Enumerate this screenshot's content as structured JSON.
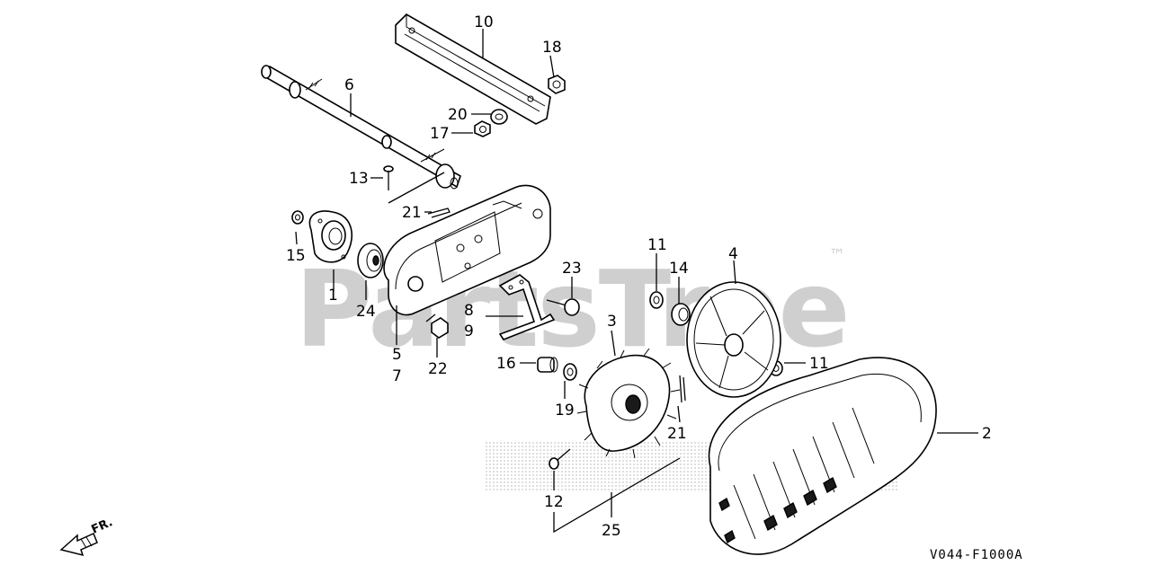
{
  "watermark": {
    "text": "PartsTree",
    "trademark": "™"
  },
  "diagram_code": "V044-F1000A",
  "direction_label": "FR.",
  "callouts": [
    {
      "id": "c1",
      "text": "1"
    },
    {
      "id": "c2",
      "text": "2"
    },
    {
      "id": "c3",
      "text": "3"
    },
    {
      "id": "c4",
      "text": "4"
    },
    {
      "id": "c5",
      "text": "5"
    },
    {
      "id": "c6",
      "text": "6"
    },
    {
      "id": "c7",
      "text": "7"
    },
    {
      "id": "c8",
      "text": "8"
    },
    {
      "id": "c9",
      "text": "9"
    },
    {
      "id": "c10",
      "text": "10"
    },
    {
      "id": "c11a",
      "text": "11"
    },
    {
      "id": "c11b",
      "text": "11"
    },
    {
      "id": "c12",
      "text": "12"
    },
    {
      "id": "c13",
      "text": "13"
    },
    {
      "id": "c14",
      "text": "14"
    },
    {
      "id": "c15",
      "text": "15"
    },
    {
      "id": "c16",
      "text": "16"
    },
    {
      "id": "c17",
      "text": "17"
    },
    {
      "id": "c18",
      "text": "18"
    },
    {
      "id": "c19",
      "text": "19"
    },
    {
      "id": "c20",
      "text": "20"
    },
    {
      "id": "c21a",
      "text": "21"
    },
    {
      "id": "c21b",
      "text": "21"
    },
    {
      "id": "c22",
      "text": "22"
    },
    {
      "id": "c23",
      "text": "23"
    },
    {
      "id": "c24",
      "text": "24"
    },
    {
      "id": "c25",
      "text": "25"
    }
  ]
}
